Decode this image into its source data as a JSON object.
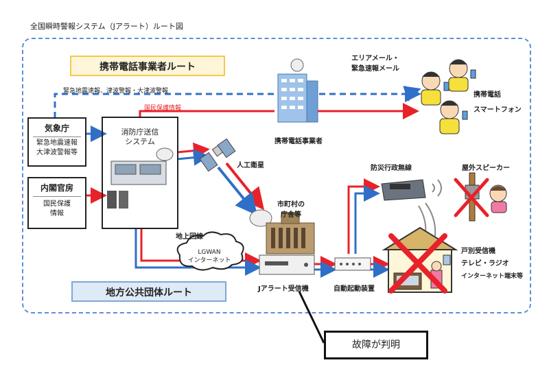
{
  "title": "全国瞬時警報システム（Jアラート）ルート図",
  "routes": {
    "mobile": "携帯電話事業者ルート",
    "local": "地方公共団体ルート"
  },
  "jma": {
    "name": "気象庁",
    "line1": "緊急地震速報",
    "line2": "大津波警報等"
  },
  "cabinet": {
    "name": "内閣官房",
    "line1": "国民保護",
    "line2": "情報"
  },
  "fdma": {
    "line1": "消防庁送信",
    "line2": "システム"
  },
  "labels": {
    "quake_tsunami": "緊急地震速報、津波警報・大津波警報",
    "civil_protection": "国民保護情報",
    "area_mail_1": "エリアメール・",
    "area_mail_2": "緊急速報メール",
    "carrier": "携帯電話事業者",
    "phone_1": "携帯電話",
    "phone_2": "スマートフォン",
    "satellite": "人工衛星",
    "municipal_1": "市町村の",
    "municipal_2": "庁舎等",
    "ground_line": "地上回線",
    "lgwan_1": "LGWAN",
    "lgwan_2": "インターネット",
    "receiver": "Jアラート受信機",
    "auto_device": "自動起動装置",
    "disaster_radio": "防災行政無線",
    "outdoor_speaker": "屋外スピーカー",
    "household_1": "戸別受信機",
    "household_2": "テレビ・ラジオ",
    "household_3": "インターネット端末等"
  },
  "callout": "故障が判明",
  "colors": {
    "red": "#e8222a",
    "blue": "#2f6fc7",
    "dashed_blue": "#2f6fc7",
    "cross": "#e8222a"
  }
}
